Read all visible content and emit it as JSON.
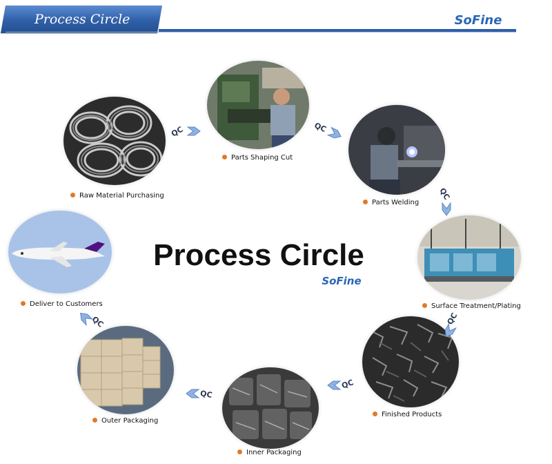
{
  "header": {
    "banner_title": "Process Circle",
    "brand": "SoFine"
  },
  "center": {
    "title": "Process Circle",
    "brand": "SoFine"
  },
  "qc_label": "QC",
  "stages": [
    {
      "label": "Raw Material Purchasing",
      "icon": "wire-coils-photo"
    },
    {
      "label": "Parts Shaping Cut",
      "icon": "cutting-machine-photo"
    },
    {
      "label": "Parts Welding",
      "icon": "welding-photo"
    },
    {
      "label": "Surface Treatment/Plating",
      "icon": "plating-line-photo"
    },
    {
      "label": "Finished Products",
      "icon": "wire-parts-photo"
    },
    {
      "label": "Inner Packaging",
      "icon": "bagged-parts-photo"
    },
    {
      "label": "Outer Packaging",
      "icon": "carton-boxes-photo"
    },
    {
      "label": "Deliver to Customers",
      "icon": "fedex-plane-photo"
    }
  ],
  "colors": {
    "banner_blue": "#2f5fa8",
    "brand_blue": "#2a66b8",
    "bullet_orange": "#e07a2a",
    "arrow_blue": "#8fb2e0"
  }
}
